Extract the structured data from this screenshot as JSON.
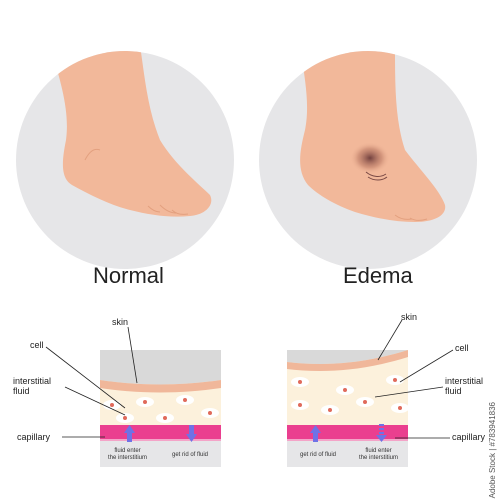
{
  "titles": {
    "left": "Normal",
    "right": "Edema"
  },
  "left_labels": {
    "skin": "skin",
    "cell": "cell",
    "interstitial_fluid": "interstitial\nfluid",
    "capillary": "capillary",
    "fluid_enter": "fluid enter\nthe interstitium",
    "get_rid": "get rid of fluid"
  },
  "right_labels": {
    "skin": "skin",
    "cell": "cell",
    "interstitial_fluid": "interstitial\nfluid",
    "capillary": "capillary",
    "get_rid": "get rid of fluid",
    "fluid_enter": "fluid enter\nthe interstitium"
  },
  "watermark": "Adobe Stock | #783941836",
  "colors": {
    "circle": "#e6e6e8",
    "foot": "#f2b89a",
    "skin_layer": "#f0b79a",
    "interstitium": "#fcf1dc",
    "capillary_pink": "#ea3f8f",
    "arrow": "#6f72e6",
    "gray_top": "#d9d9d9"
  }
}
